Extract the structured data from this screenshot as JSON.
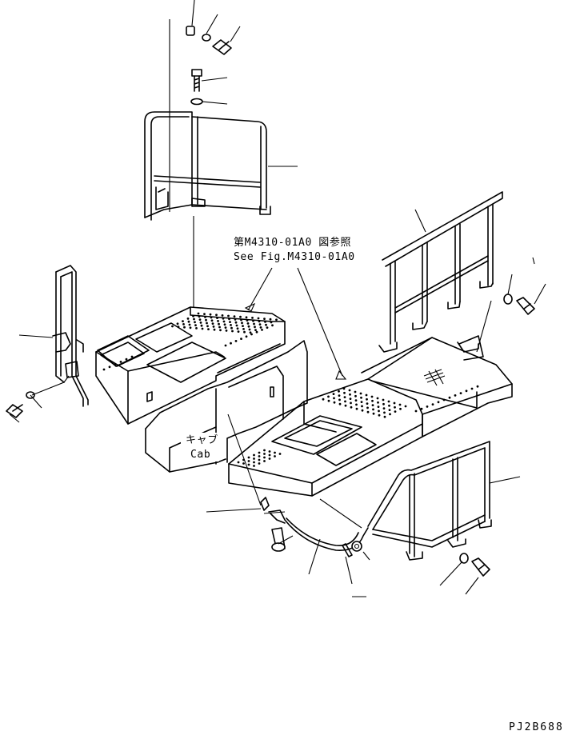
{
  "reference_note": {
    "jp": "第M4310-01A0 図参照",
    "en": "See Fig.M4310-01A0"
  },
  "cab_label": {
    "jp": "キャブ",
    "en": "Cab"
  },
  "drawing_code": "PJ2B688",
  "line_color": "#000000",
  "background_color": "#ffffff"
}
